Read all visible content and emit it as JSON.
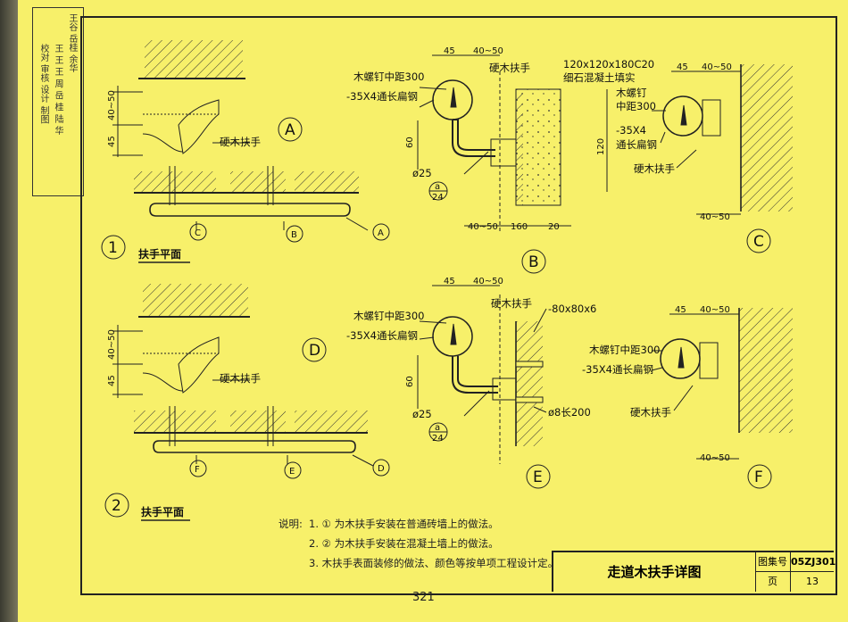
{
  "side_strip": {
    "col1": "校对 审核 设计 制图",
    "col2": "王 王 王 周 岳 桂 陆 华",
    "col3": "王谷 岳桂 余华"
  },
  "labels": {
    "wood_screw": "木螺钉中距300",
    "flat_steel": "-35X4通长扁钢",
    "hardwood_handrail": "硬木扶手",
    "hardwood_handrail_side": "硬木扶手",
    "concrete_fill_1": "120x120x180C20",
    "concrete_fill_2": "细石混凝土填实",
    "wood_screw_c1": "木螺钉",
    "wood_screw_c2": "中距300",
    "flat_steel_c1": "-35X4",
    "flat_steel_c2": "通长扁钢",
    "plate_e": "-80x80x6",
    "bar_e": "ø8长200",
    "dia25": "ø25",
    "dia25_e": "ø25"
  },
  "dims": {
    "d45": "45",
    "d40_50": "40~50",
    "d60": "60",
    "d120": "120",
    "d160": "160",
    "d20": "20"
  },
  "section_titles": {
    "plan1": "扶手平面",
    "plan2": "扶手平面"
  },
  "circles": {
    "n1": "1",
    "n2": "2",
    "A": "A",
    "B": "B",
    "C": "C",
    "D": "D",
    "E": "E",
    "F": "F"
  },
  "refs": {
    "a": "a",
    "num24": "24"
  },
  "notes": {
    "lead": "说明:",
    "n1": "1. ① 为木扶手安装在普通砖墙上的做法。",
    "n2": "2. ② 为木扶手安装在混凝土墙上的做法。",
    "n3": "3. 木扶手表面装修的做法、颜色等按单项工程设计定。"
  },
  "title_block": {
    "title": "走道木扶手详图",
    "atlas_label": "图集号",
    "atlas_no": "05ZJ301",
    "page_label": "页",
    "page_no": "13"
  },
  "page_number": "321"
}
